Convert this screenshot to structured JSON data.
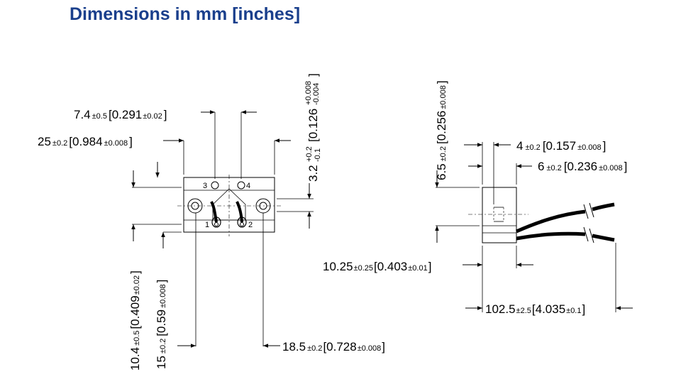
{
  "title": "Dimensions in mm [inches]",
  "colors": {
    "title": "#1a3f8c",
    "lines": "#000000"
  },
  "pin_labels": [
    "1",
    "2",
    "3",
    "4"
  ],
  "dims": {
    "d74": {
      "value": "7.4",
      "tol": "±0.5",
      "inch": "[0.291",
      "inch_tol": "±0.02",
      "close": "]"
    },
    "d25": {
      "value": "25",
      "tol": "±0.2",
      "inch": "[0.984",
      "inch_tol": "±0.008",
      "close": "]"
    },
    "d32": {
      "value": "3.2",
      "tol_plus": "+0.2",
      "tol_minus": "-0.1",
      "inch": "[0.126",
      "inch_tol_plus": "+0.008",
      "inch_tol_minus": "-0.004",
      "close": "]"
    },
    "d104": {
      "value": "10.4",
      "tol": "±0.5",
      "inch": "[0.409",
      "inch_tol": "±0.02",
      "close": "]"
    },
    "d15": {
      "value": "15",
      "tol": "±0.2",
      "inch": "[0.59",
      "inch_tol": "±0.008",
      "close": "]"
    },
    "d185": {
      "value": "18.5",
      "tol": "±0.2",
      "inch": "[0.728",
      "inch_tol": "±0.008",
      "close": "]"
    },
    "d65": {
      "value": "6.5",
      "tol": "±0.2",
      "inch": "[0.256",
      "inch_tol": "±0.008",
      "close": "]"
    },
    "d4": {
      "value": "4",
      "tol": "±0.2",
      "inch": "[0.157",
      "inch_tol": "±0.008",
      "close": "]"
    },
    "d6": {
      "value": "6",
      "tol": "±0.2",
      "inch": "[0.236",
      "inch_tol": "±0.008",
      "close": "]"
    },
    "d1025": {
      "value": "10.25",
      "tol": "±0.25",
      "inch": "[0.403",
      "inch_tol": "±0.01",
      "close": "]"
    },
    "d1025b": {
      "value": "102.5",
      "tol": "±2.5",
      "inch": "[4.035",
      "inch_tol": "±0.1",
      "close": "]"
    }
  }
}
